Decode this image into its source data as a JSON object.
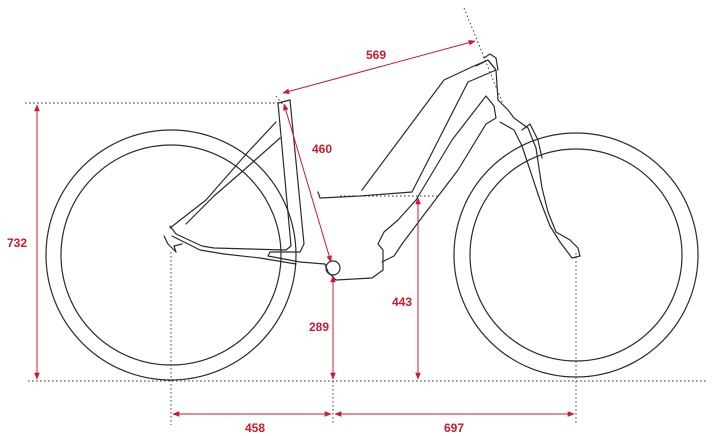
{
  "colors": {
    "dimension": "#cc1b2b",
    "frame_line": "#2b2b2b",
    "background": "#ffffff"
  },
  "dimensions": {
    "reach_top_tube": "569",
    "seat_tube": "460",
    "stack_height": "732",
    "bottom_bracket_height": "289",
    "step_through_height": "443",
    "chainstay": "458",
    "front_center": "697"
  }
}
